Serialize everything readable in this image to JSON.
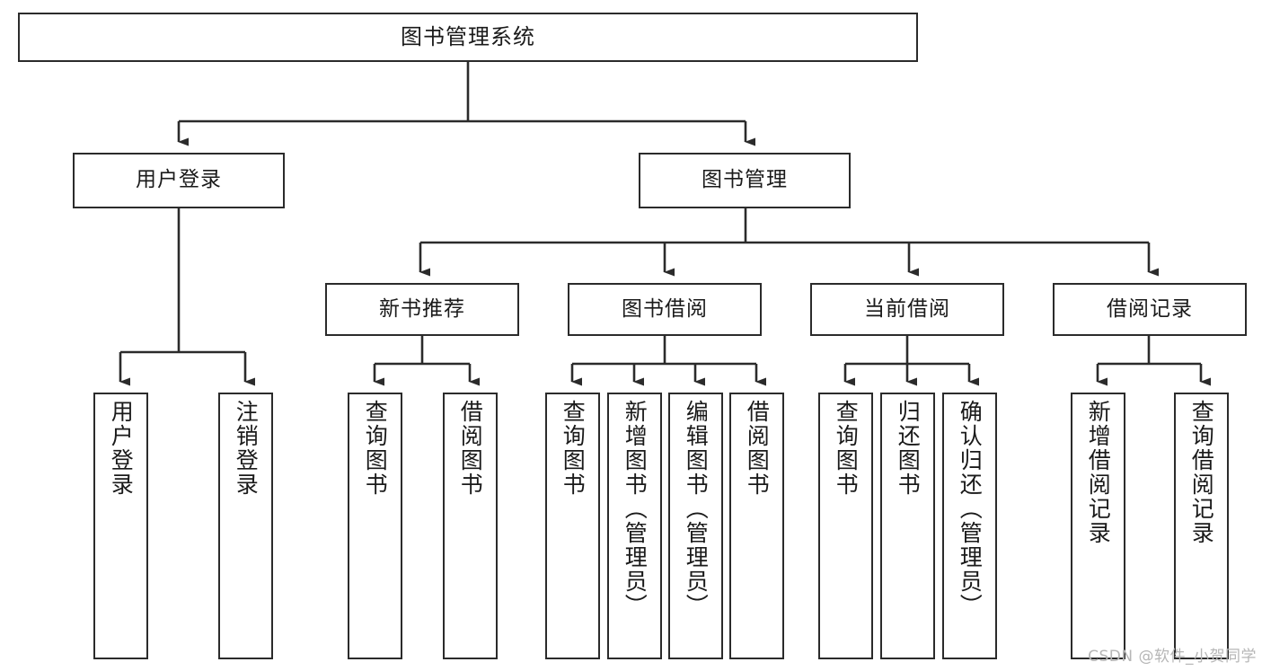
{
  "diagram": {
    "title": "图书管理系统",
    "type": "tree-hierarchy",
    "watermark": "CSDN @软件_小贺同学",
    "colors": {
      "box_border": "#2b2b2b",
      "box_fill": "#ffffff",
      "connector": "#2b2b2b",
      "text": "#1a1a1a",
      "watermark": "#b6b6b6",
      "background": "#ffffff"
    },
    "root": {
      "label": "图书管理系统",
      "orientation": "horizontal"
    },
    "level2": [
      {
        "label": "用户登录",
        "orientation": "horizontal"
      },
      {
        "label": "图书管理",
        "orientation": "horizontal"
      }
    ],
    "level3": [
      {
        "label": "新书推荐",
        "orientation": "horizontal"
      },
      {
        "label": "图书借阅",
        "orientation": "horizontal"
      },
      {
        "label": "当前借阅",
        "orientation": "horizontal"
      },
      {
        "label": "借阅记录",
        "orientation": "horizontal"
      }
    ],
    "leaves": {
      "user_login": [
        {
          "label": "用户登录",
          "orientation": "vertical"
        },
        {
          "label": "注销登录",
          "orientation": "vertical"
        }
      ],
      "new_book_recommend": [
        {
          "label": "查询图书",
          "orientation": "vertical"
        },
        {
          "label": "借阅图书",
          "orientation": "vertical"
        }
      ],
      "book_borrow": [
        {
          "label": "查询图书",
          "orientation": "vertical"
        },
        {
          "label": "新增图书（管理员）",
          "orientation": "vertical"
        },
        {
          "label": "编辑图书（管理员）",
          "orientation": "vertical"
        },
        {
          "label": "借阅图书",
          "orientation": "vertical"
        }
      ],
      "current_borrow": [
        {
          "label": "查询图书",
          "orientation": "vertical"
        },
        {
          "label": "归还图书",
          "orientation": "vertical"
        },
        {
          "label": "确认归还（管理员）",
          "orientation": "vertical"
        }
      ],
      "borrow_record": [
        {
          "label": "新增借阅记录",
          "orientation": "vertical"
        },
        {
          "label": "查询借阅记录",
          "orientation": "vertical"
        }
      ]
    }
  }
}
